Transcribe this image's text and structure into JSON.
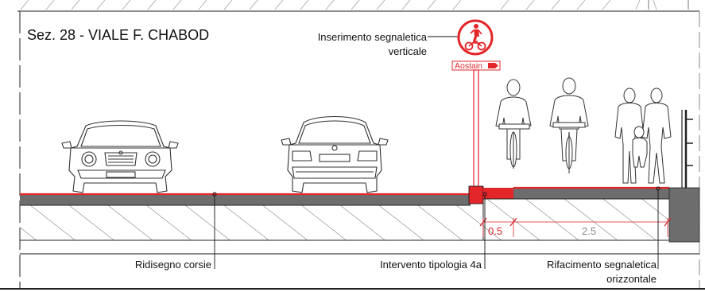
{
  "section_title": "Sez. 28 - VIALE F. CHABOD",
  "sign_callout": {
    "line1": "Inserimento segnaletica",
    "line2": "verticale"
  },
  "sign_plate_text": "Aostain",
  "dimensions": {
    "left": "0.5",
    "right": "2.5"
  },
  "callouts": {
    "redesign_lanes": "Ridisegno corsie",
    "intervention": "Intervento tipologia 4a",
    "marking_line1": "Rifacimento segnaletica",
    "marking_line2": "orizzontale"
  },
  "colors": {
    "accent_red": "#e3262a",
    "road_grey": "#6d6d6d",
    "line": "#333333",
    "dim_red": "#d9232a"
  },
  "icons": {
    "sign": "shared-pedestrian-cycle-sign-icon",
    "cars": "car-front-icon",
    "people": "cyclist-and-pedestrian-figures"
  }
}
